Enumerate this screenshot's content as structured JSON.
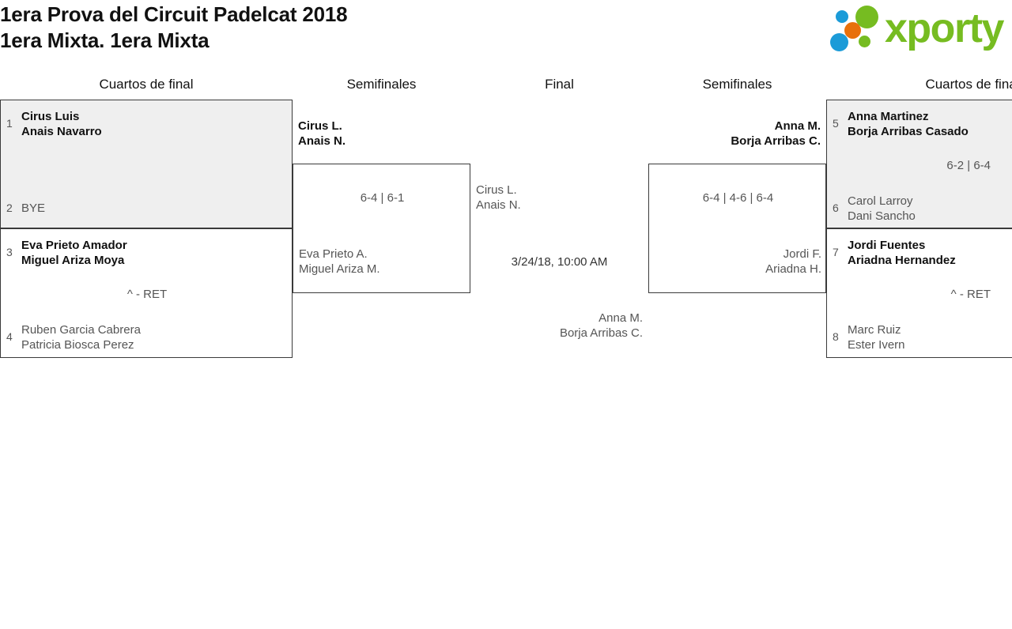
{
  "header": {
    "title_line1": "1era Prova del Circuit Padelcat 2018",
    "title_line2": "1era Mixta. 1era Mixta",
    "logo_text": "xporty",
    "brand_green": "#76bc21",
    "brand_blue": "#1b9bd8",
    "brand_orange": "#e8700a"
  },
  "rounds": {
    "left_qf": "Cuartos de final",
    "left_sf": "Semifinales",
    "final": "Final",
    "right_sf": "Semifinales",
    "right_qf": "Cuartos de final"
  },
  "bracket": {
    "left_quarterfinals": [
      {
        "top": {
          "seed": "1",
          "line1": "Cirus Luis",
          "line2": "Anais Navarro",
          "result": "winner"
        },
        "bottom": {
          "seed": "2",
          "line1": "BYE",
          "line2": "",
          "result": "loser"
        },
        "score": ""
      },
      {
        "top": {
          "seed": "3",
          "line1": "Eva Prieto Amador",
          "line2": "Miguel Ariza Moya",
          "result": "winner"
        },
        "bottom": {
          "seed": "4",
          "line1": "Ruben Garcia Cabrera",
          "line2": "Patricia Biosca Perez",
          "result": "loser"
        },
        "score": "^ - RET"
      }
    ],
    "left_semifinal": {
      "top": {
        "line1": "Cirus L.",
        "line2": "Anais N.",
        "result": "winner"
      },
      "bottom": {
        "line1": "Eva Prieto A.",
        "line2": "Miguel Ariza M.",
        "result": "loser"
      },
      "score": "6-4 | 6-1"
    },
    "final": {
      "top": {
        "line1": "Cirus L.",
        "line2": "Anais N.",
        "result": "pending"
      },
      "bottom": {
        "line1": "Anna M.",
        "line2": "Borja Arribas C.",
        "result": "pending"
      },
      "datetime": "3/24/18, 10:00 AM"
    },
    "right_semifinal": {
      "top": {
        "line1": "Anna M.",
        "line2": "Borja Arribas C.",
        "result": "winner"
      },
      "bottom": {
        "line1": "Jordi F.",
        "line2": "Ariadna H.",
        "result": "loser"
      },
      "score": "6-4 | 4-6 | 6-4"
    },
    "right_quarterfinals": [
      {
        "top": {
          "seed": "5",
          "line1": "Anna Martinez",
          "line2": "Borja Arribas Casado",
          "result": "winner"
        },
        "bottom": {
          "seed": "6",
          "line1": "Carol Larroy",
          "line2": "Dani Sancho",
          "result": "loser"
        },
        "score": "6-2 | 6-4"
      },
      {
        "top": {
          "seed": "7",
          "line1": "Jordi Fuentes",
          "line2": "Ariadna Hernandez",
          "result": "winner"
        },
        "bottom": {
          "seed": "8",
          "line1": "Marc Ruiz",
          "line2": "Ester Ivern",
          "result": "loser"
        },
        "score": "^ - RET"
      }
    ]
  }
}
